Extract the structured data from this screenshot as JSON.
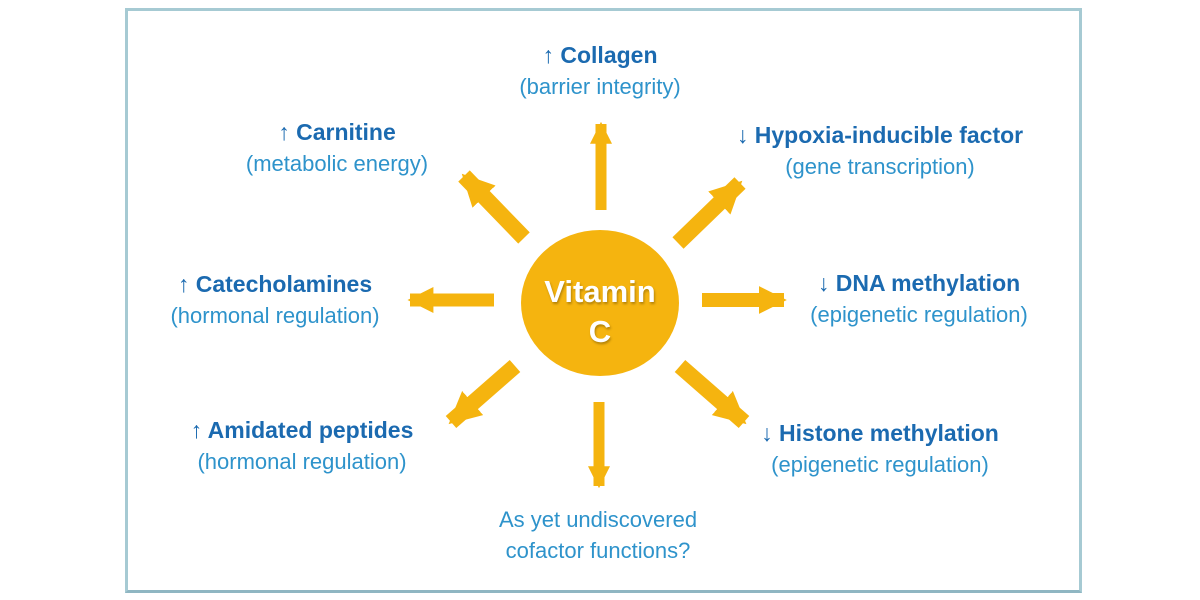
{
  "figure": {
    "center_label": {
      "line1": "Vitamin",
      "line2": "C"
    },
    "nodes": {
      "collagen": {
        "title": "↑ Collagen",
        "subtitle": "(barrier integrity)"
      },
      "carnitine": {
        "title": "↑ Carnitine",
        "subtitle": "(metabolic energy)"
      },
      "hypoxia_factor": {
        "title": "↓ Hypoxia-inducible factor",
        "subtitle": "(gene transcription)"
      },
      "catecholamines": {
        "title": "↑ Catecholamines",
        "subtitle": "(hormonal regulation)"
      },
      "dna_methylation": {
        "title": "↓ DNA methylation",
        "subtitle": "(epigenetic regulation)"
      },
      "amidated_peptides": {
        "title": "↑ Amidated peptides",
        "subtitle": "(hormonal regulation)"
      },
      "histone_methylation": {
        "title": "↓ Histone methylation",
        "subtitle": "(epigenetic regulation)"
      },
      "undiscovered": {
        "line1": "As yet undiscovered",
        "line2": "cofactor functions?"
      }
    },
    "colors": {
      "accent_gold": "#F5B40F",
      "title_blue": "#1B6AB0",
      "subtitle_blue": "#2E93CB",
      "frame_border": "#A6CAD3",
      "center_text": "#FFFFFF"
    }
  }
}
